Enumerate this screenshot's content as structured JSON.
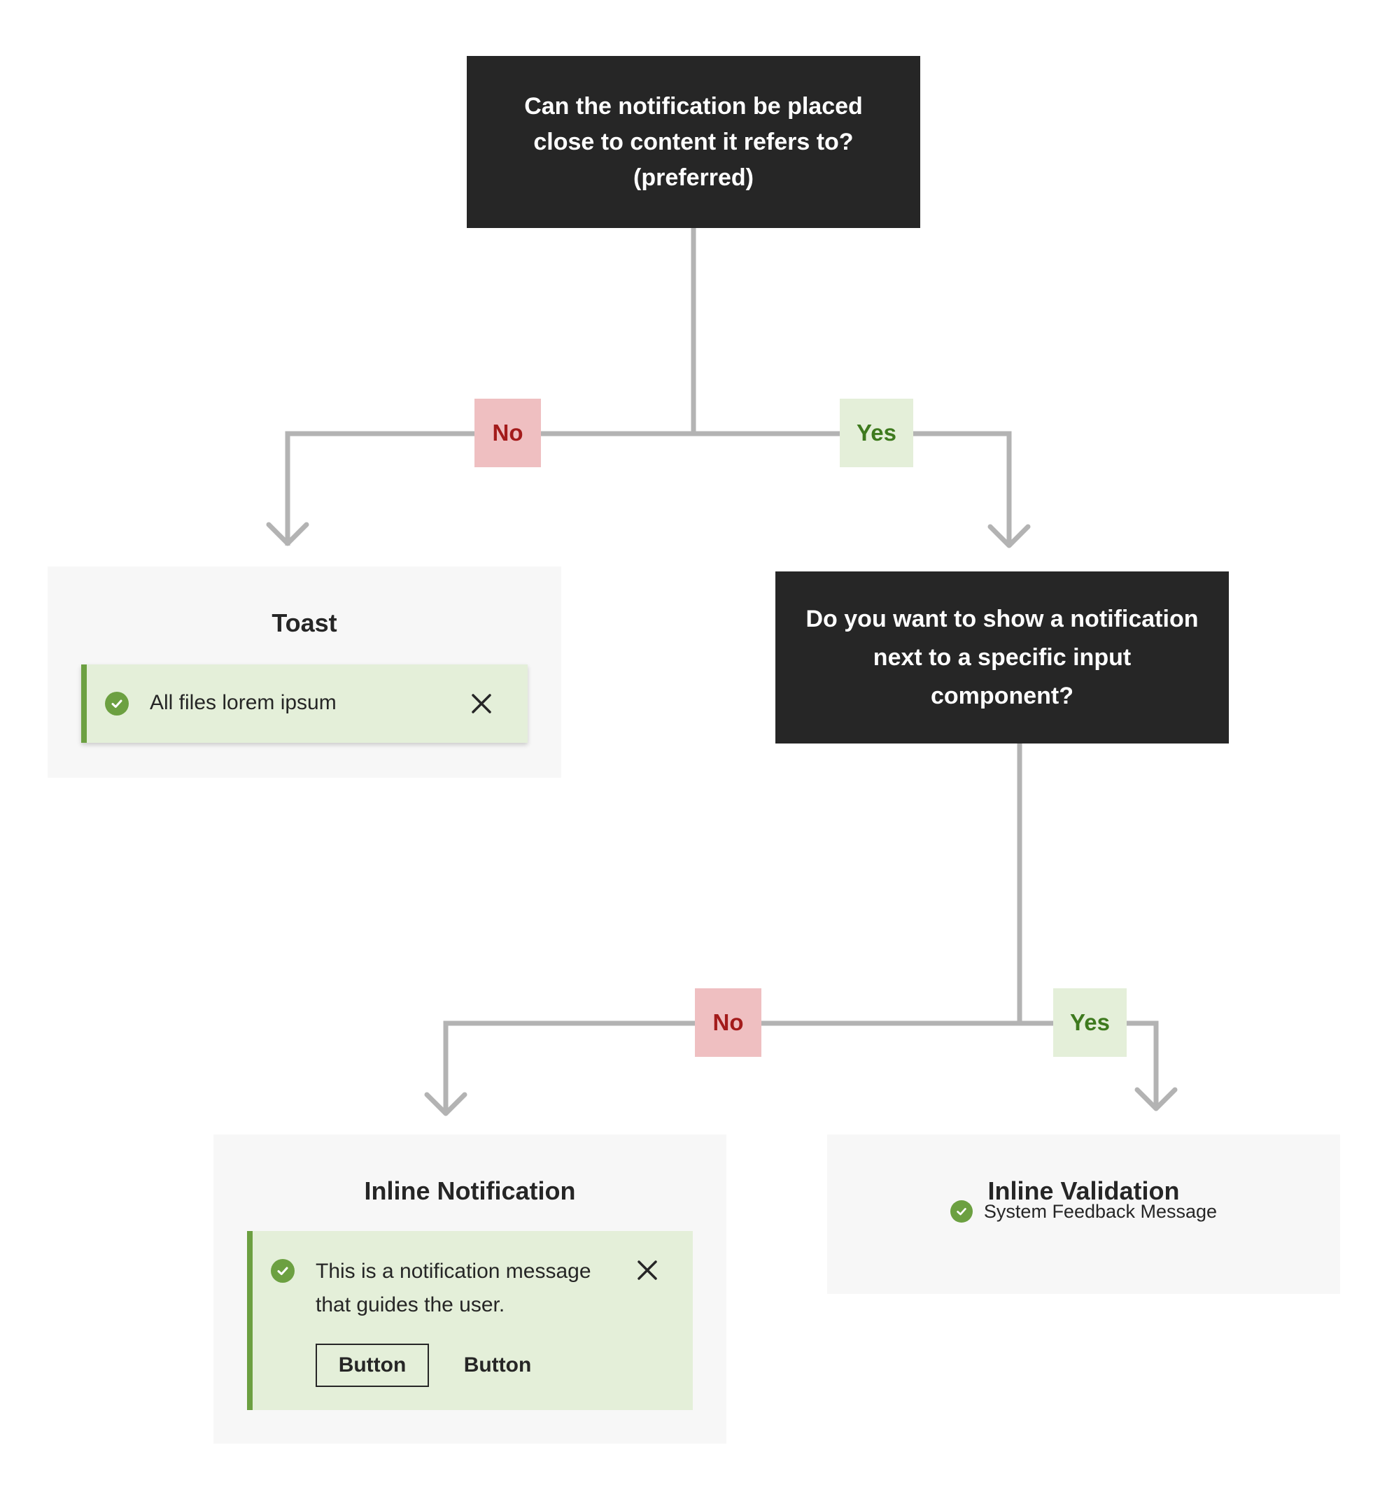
{
  "question_1": {
    "lines": [
      "Can the notification be placed",
      "close to content it refers to?",
      "(preferred)"
    ]
  },
  "question_2": {
    "lines": [
      "Do you want to show a notification",
      "next to a specific input",
      "component?"
    ]
  },
  "branch_1": {
    "no_label": "No",
    "yes_label": "Yes"
  },
  "branch_2": {
    "no_label": "No",
    "yes_label": "Yes"
  },
  "toast": {
    "title": "Toast",
    "message": "All files lorem ipsum"
  },
  "inline_notification": {
    "title": "Inline Notification",
    "message": "This is a notification message that guides the user.",
    "button_primary": "Button",
    "button_secondary": "Button"
  },
  "inline_validation": {
    "title": "Inline Validation",
    "message": "System Feedback Message"
  },
  "colors": {
    "question_bg": "#262626",
    "no_bg": "#efbfc1",
    "no_text": "#a31b1b",
    "yes_bg": "#e4efd9",
    "yes_text": "#3e7a1e",
    "success_accent": "#6ca041",
    "connector": "#b3b3b3",
    "panel_bg": "#f7f7f7"
  },
  "icons": [
    "check-circle-icon",
    "close-icon",
    "arrow-down-icon"
  ]
}
